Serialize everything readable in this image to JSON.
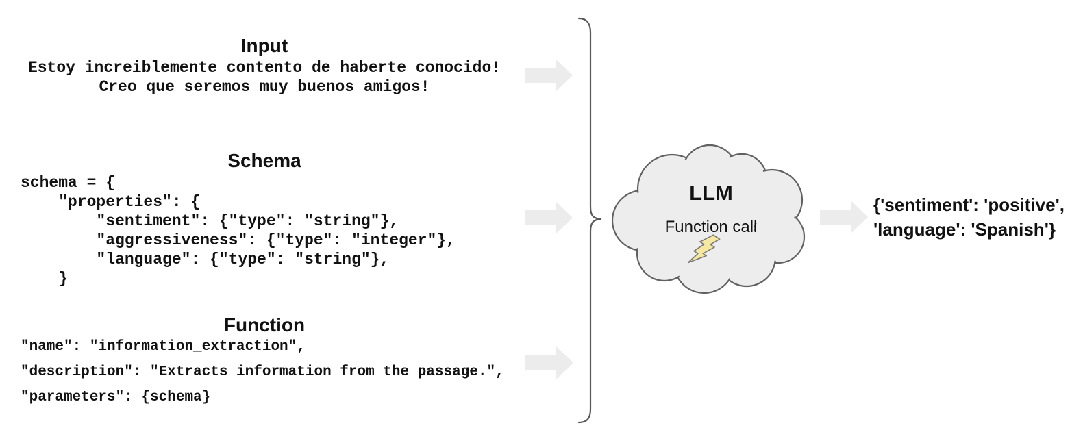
{
  "input": {
    "title": "Input",
    "text": "Estoy increiblemente contento de haberte conocido!\nCreo que seremos muy buenos amigos!"
  },
  "schema": {
    "title": "Schema",
    "code": "schema = {\n    \"properties\": {\n        \"sentiment\": {\"type\": \"string\"},\n        \"aggressiveness\": {\"type\": \"integer\"},\n        \"language\": {\"type\": \"string\"},\n    }"
  },
  "function": {
    "title": "Function",
    "code": "\"name\": \"information_extraction\",\n\"description\": \"Extracts information from the passage.\",\n\"parameters\": {schema}"
  },
  "llm": {
    "label": "LLM",
    "sublabel": "Function call",
    "icon": "lightning-bolt-icon"
  },
  "output": {
    "line1": "{'sentiment': 'positive',",
    "line2": "'language': 'Spanish'}"
  },
  "colors": {
    "arrow_fill": "#ececec",
    "cloud_fill": "#ededed",
    "cloud_stroke": "#616161",
    "brace_stroke": "#58595b",
    "bolt_fill": "#f6e8a0",
    "bolt_stroke": "#7a7a7a",
    "text": "#111111"
  }
}
